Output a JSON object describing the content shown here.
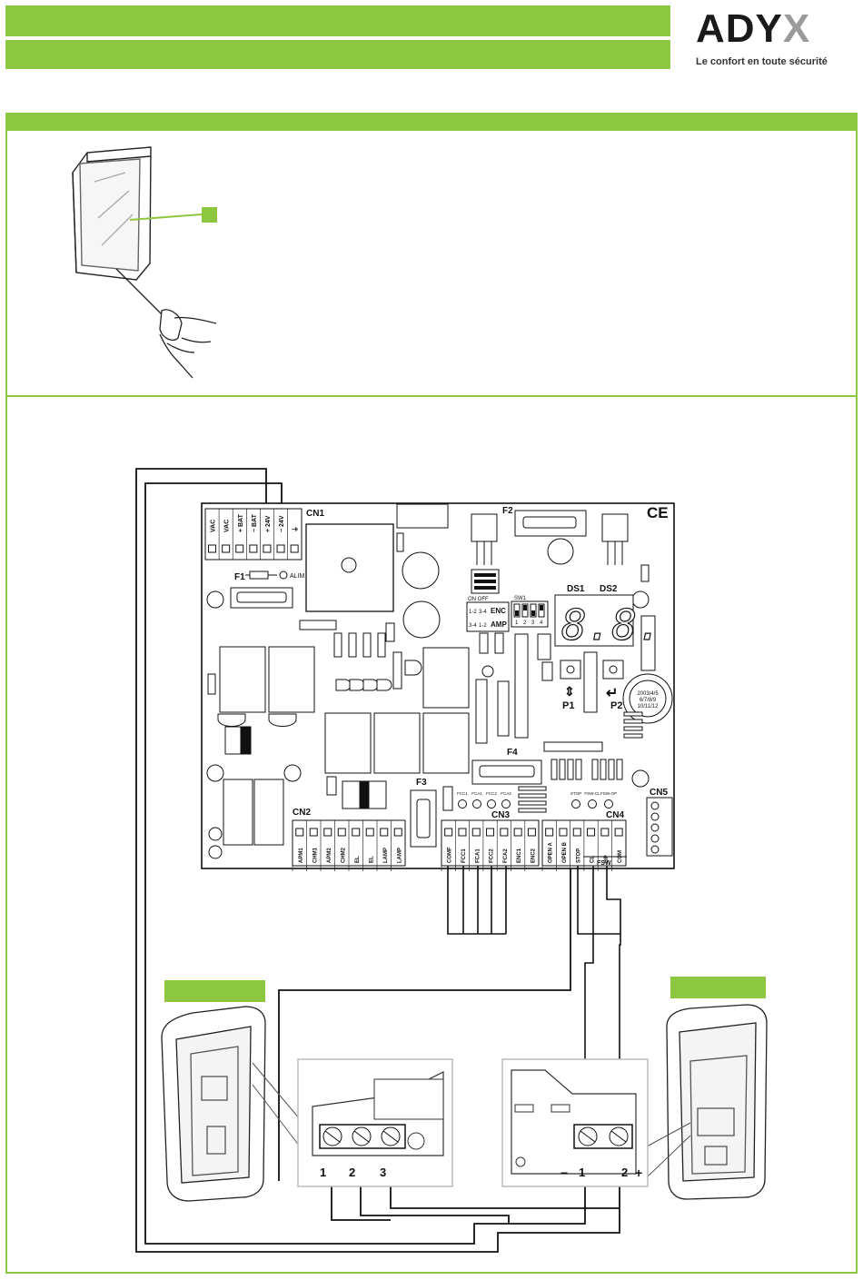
{
  "header": {
    "brand_word": "ADY",
    "brand_mark": "X",
    "tagline": "Le confort en toute sécurité"
  },
  "colors": {
    "accent_green": "#8dc63f",
    "ink": "#111111"
  },
  "board": {
    "cn1": {
      "label": "CN1",
      "terminals": [
        "VAC",
        "VAC",
        "+ BAT",
        "− BAT",
        "+ 24V",
        "− 24V",
        "⏚"
      ]
    },
    "fuses": {
      "f1": "F1",
      "f2": "F2",
      "f3": "F3",
      "f4": "F4"
    },
    "alim": "ALIM",
    "ce_mark": "CE",
    "sw1": "SW1",
    "dip_on_off": "ON OFF",
    "enc": "ENC",
    "amp": "AMP",
    "dip_rows": [
      "1-2",
      "3-4",
      "3-4",
      "1-2"
    ],
    "dip_numbers": [
      "1",
      "2",
      "3",
      "4"
    ],
    "display_labels": [
      "DS1",
      "DS2"
    ],
    "display_digits": "8.8.",
    "buttons": [
      "P1",
      "P2"
    ],
    "date_stamp": [
      "2003/4/5",
      "6/7/8/9",
      "10/11/12"
    ],
    "cn2": {
      "label": "CN2",
      "terminals": [
        "APM1",
        "CHM1",
        "APM2",
        "CHM2",
        "EL",
        "EL",
        "LAMP",
        "LAMP"
      ]
    },
    "cn3": {
      "label": "CN3",
      "terminals": [
        "COMF",
        "FCC1",
        "FCA1",
        "FCC2",
        "FCA2",
        "ENC1",
        "ENC2"
      ],
      "led_labels": [
        "FCC1",
        "FCA1",
        "FCC2",
        "FCA2"
      ]
    },
    "cn4": {
      "label": "CN4",
      "terminals": [
        "OPEN A",
        "OPEN B",
        "STOP",
        "CL",
        "OP",
        "COM"
      ],
      "fsw_label": "FSW",
      "led_labels": [
        "STOP",
        "FSW-CL",
        "FSW-OP"
      ]
    },
    "cn5": {
      "label": "CN5"
    }
  },
  "transmitter_terminals": [
    "1",
    "2",
    "3"
  ],
  "receiver_terminals": [
    "1",
    "2"
  ],
  "receiver_polarity": [
    "−",
    "+"
  ]
}
